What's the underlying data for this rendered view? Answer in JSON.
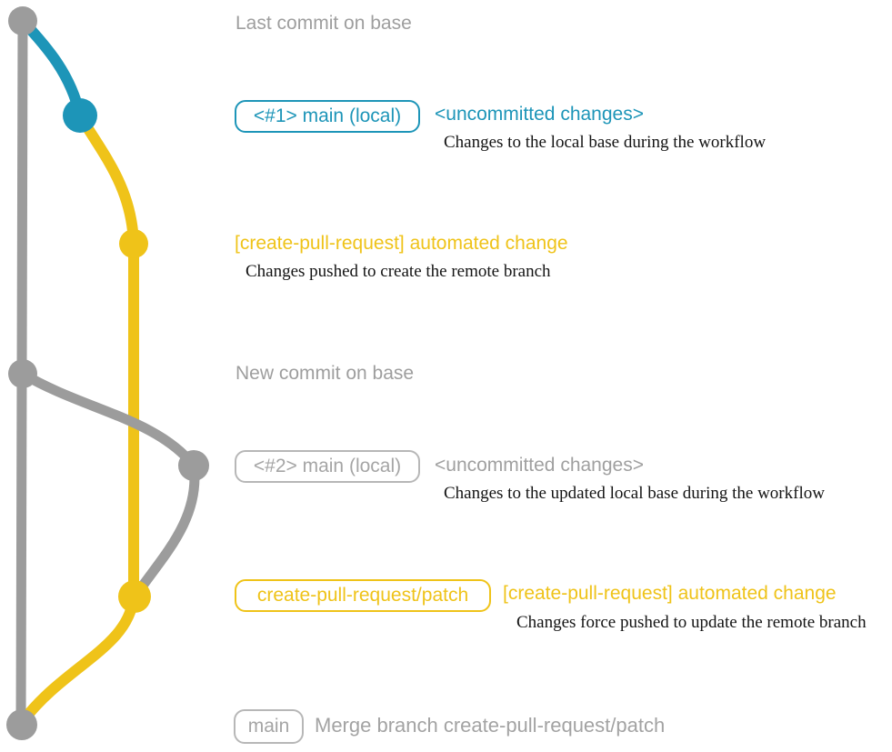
{
  "colors": {
    "base_gray": "#9C9C9C",
    "accent_blue": "#1D95B8",
    "accent_yellow": "#EFC319",
    "desc_black": "#141414",
    "box_gray_border": "#B7B7B7",
    "gray_text": "#A0A0A0"
  },
  "graph": {
    "nodes": [
      {
        "name": "commit-node-base-top",
        "color": "gray"
      },
      {
        "name": "commit-node-local-1",
        "color": "blue"
      },
      {
        "name": "commit-node-remote-1",
        "color": "yellow"
      },
      {
        "name": "commit-node-base-new",
        "color": "gray"
      },
      {
        "name": "commit-node-local-2",
        "color": "gray"
      },
      {
        "name": "commit-node-remote-2",
        "color": "yellow"
      },
      {
        "name": "commit-node-merge",
        "color": "gray"
      }
    ]
  },
  "annotations": {
    "last_commit": {
      "label": "Last commit on base"
    },
    "row1": {
      "branch_label": "<#1> main (local)",
      "status": "<uncommitted changes>",
      "description": "Changes to the local base during the workflow"
    },
    "row2": {
      "title": "[create-pull-request] automated change",
      "description": "Changes pushed to create the remote branch"
    },
    "new_commit": {
      "label": "New commit on base"
    },
    "row3": {
      "branch_label": "<#2> main (local)",
      "status": "<uncommitted changes>",
      "description": "Changes to the updated local base during the workflow"
    },
    "row4": {
      "branch_label": "create-pull-request/patch",
      "title": "[create-pull-request] automated change",
      "description": "Changes force pushed to update the remote branch"
    },
    "row5": {
      "branch_label": "main",
      "message": "Merge branch create-pull-request/patch"
    }
  }
}
